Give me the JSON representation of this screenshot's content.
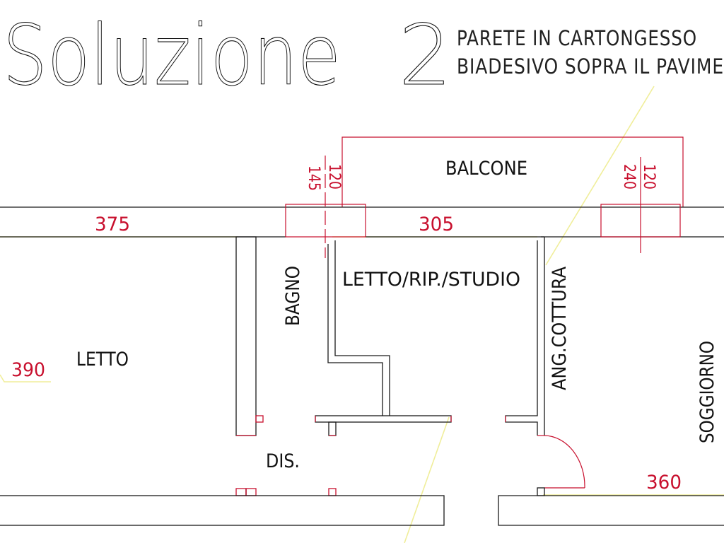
{
  "title": {
    "main": "Soluzione",
    "number": "2"
  },
  "note": {
    "line1": "PARETE IN CARTONGESSO",
    "line2": "BIADESIVO SOPRA IL PAVIME"
  },
  "rooms": {
    "balcone": "BALCONE",
    "letto": "LETTO",
    "bagno": "BAGNO",
    "letto_rip_studio": "LETTO/RIP./STUDIO",
    "ang_cottura": "ANG.COTTURA",
    "soggiorno": "SOGGIORNO",
    "dis": "DIS."
  },
  "dimensions": {
    "letto_width": "375",
    "letto_depth": "390",
    "studio_width": "305",
    "soggiorno_width": "360",
    "window_left_h1": "145",
    "window_left_h2": "120",
    "window_right_h1": "240",
    "window_right_h2": "120"
  },
  "colors": {
    "walls": "#1a1a1a",
    "dimensions": "#c8102e",
    "dimension_lines": "#f0ee9a",
    "background": "#ffffff"
  }
}
